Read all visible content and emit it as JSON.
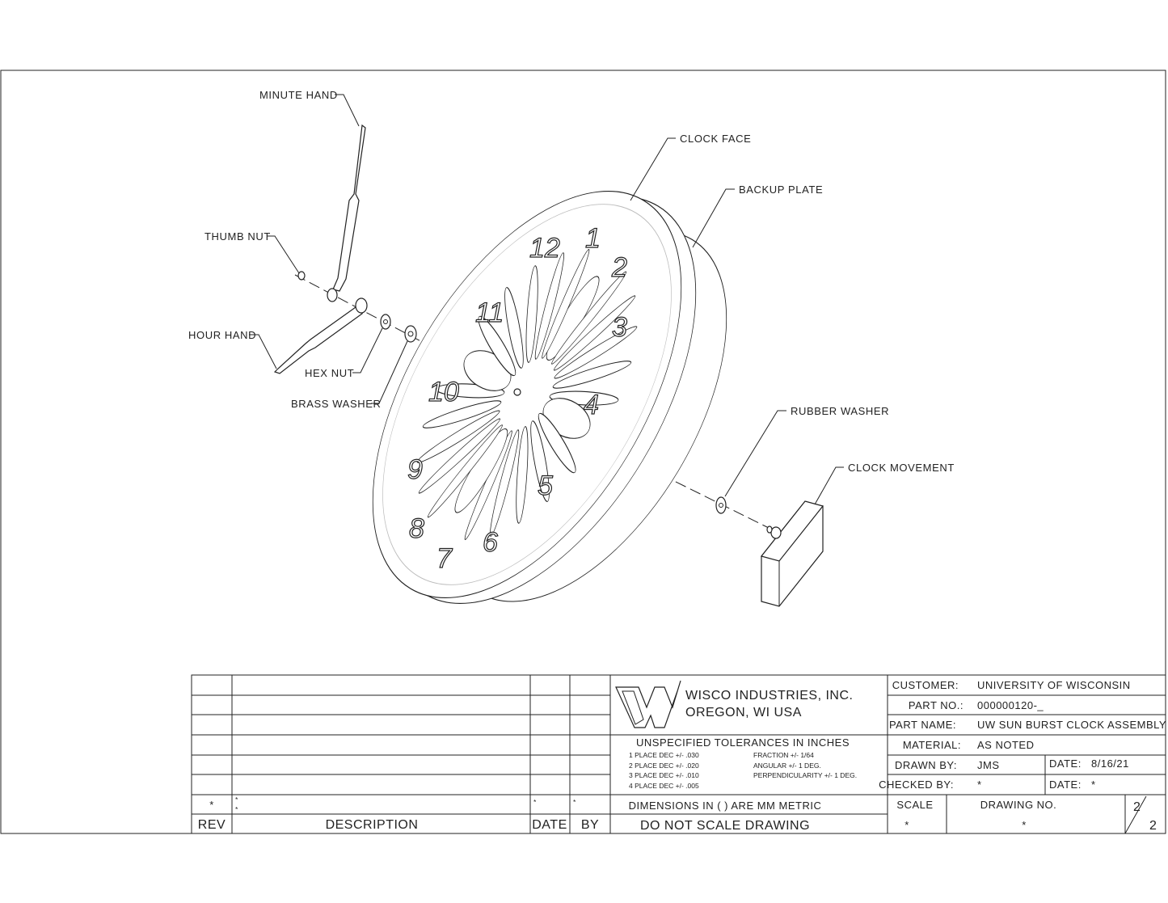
{
  "callouts": {
    "minute_hand": "MINUTE HAND",
    "clock_face": "CLOCK FACE",
    "backup_plate": "BACKUP PLATE",
    "thumb_nut": "THUMB NUT",
    "hour_hand": "HOUR HAND",
    "hex_nut": "HEX NUT",
    "brass_washer": "BRASS WASHER",
    "rubber_washer": "RUBBER WASHER",
    "clock_movement": "CLOCK MOVEMENT"
  },
  "dial_numbers": [
    "12",
    "1",
    "2",
    "3",
    "4",
    "5",
    "6",
    "7",
    "8",
    "9",
    "10",
    "11"
  ],
  "revision_block": {
    "rev_value": "*",
    "description_values": [
      "*",
      "*"
    ],
    "date_value": "*",
    "by_value": "*",
    "headers": {
      "rev": "REV",
      "description": "DESCRIPTION",
      "date": "DATE",
      "by": "BY"
    }
  },
  "company": {
    "name": "WISCO INDUSTRIES, INC.",
    "location": "OREGON, WI   USA",
    "logo_letter": "W"
  },
  "tolerances": {
    "title": "UNSPECIFIED TOLERANCES IN INCHES",
    "decimals": [
      "1 PLACE DEC +/- .030",
      "2 PLACE DEC +/- .020",
      "3 PLACE DEC +/- .010",
      "4 PLACE DEC +/- .005"
    ],
    "others": [
      "FRACTION +/- 1/64",
      "ANGULAR +/- 1 DEG.",
      "PERPENDICULARITY +/- 1 DEG."
    ],
    "metric_note": "DIMENSIONS IN (  ) ARE MM METRIC",
    "scale_note": "DO NOT SCALE DRAWING"
  },
  "title_block": {
    "customer_label": "CUSTOMER:",
    "customer": "UNIVERSITY OF WISCONSIN",
    "part_no_label": "PART NO.:",
    "part_no": "000000120-_",
    "part_name_label": "PART NAME:",
    "part_name": "UW SUN BURST CLOCK ASSEMBLY",
    "material_label": "MATERIAL:",
    "material": "AS NOTED",
    "drawn_by_label": "DRAWN BY:",
    "drawn_by": "JMS",
    "drawn_date_label": "DATE:",
    "drawn_date": "8/16/21",
    "checked_by_label": "CHECKED BY:",
    "checked_by": "*",
    "checked_date_label": "DATE:",
    "checked_date": "*",
    "scale_label": "SCALE",
    "scale": "*",
    "drawing_no_label": "DRAWING NO.",
    "drawing_no": "*",
    "sheet": "2",
    "sheet_total": "2"
  }
}
